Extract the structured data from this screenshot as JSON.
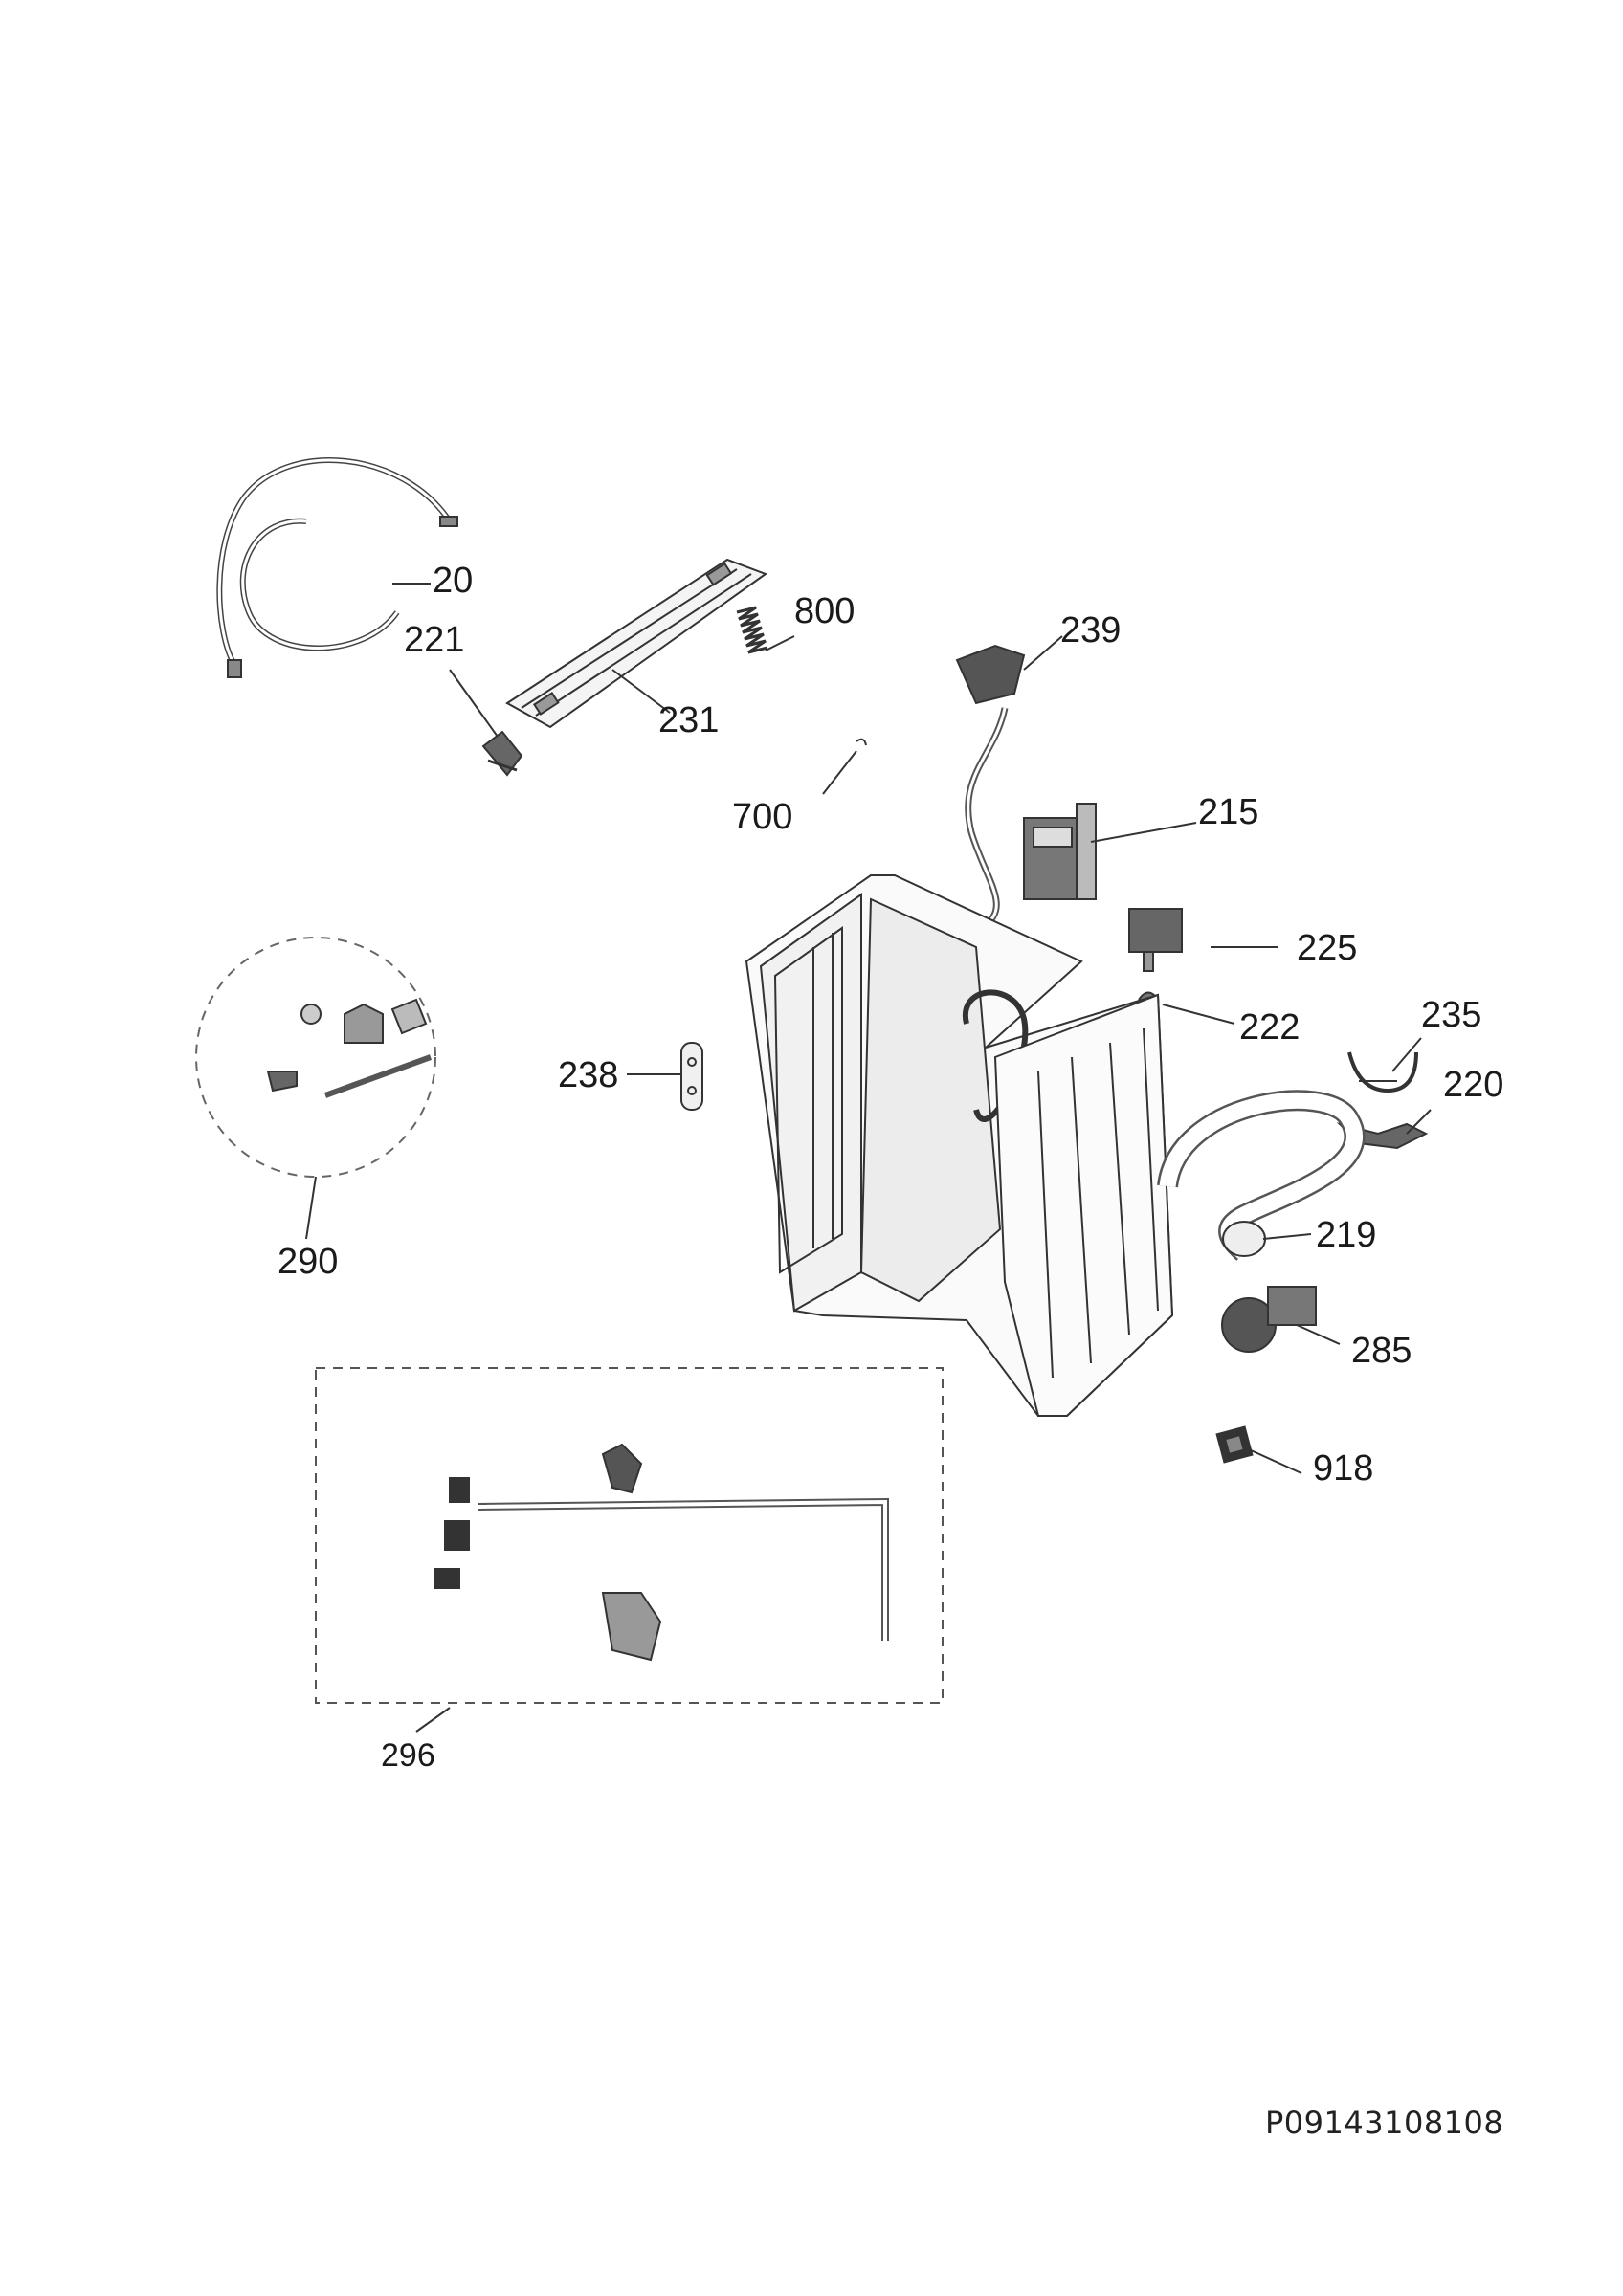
{
  "callouts": {
    "p20": "20",
    "p221": "221",
    "p231": "231",
    "p800": "800",
    "p239": "239",
    "p700": "700",
    "p215": "215",
    "p225": "225",
    "p222": "222",
    "p235": "235",
    "p220": "220",
    "p238": "238",
    "p290": "290",
    "p219": "219",
    "p285": "285",
    "p918": "918",
    "p296": "296"
  },
  "reference_code": "P09143108108"
}
